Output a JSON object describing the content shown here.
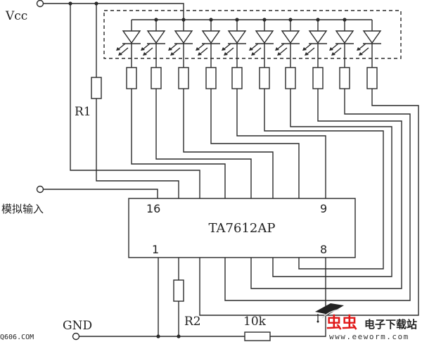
{
  "diagram": {
    "title": "TA7612AP LED level meter circuit",
    "ic": {
      "part_number": "TA7612AP",
      "pin_top_left": "16",
      "pin_top_right": "9",
      "pin_bottom_left": "1",
      "pin_bottom_right": "8"
    },
    "labels": {
      "vcc": "Vcc",
      "gnd": "GND",
      "analog_input": "模拟输入",
      "r1": "R1",
      "r2": "R2",
      "r_feedback": "10k"
    },
    "led_count": 10,
    "colors": {
      "line": "#2a2a2a",
      "background": "#ffffff",
      "watermark_red": "#e01818"
    }
  },
  "watermarks": {
    "left": "Q606.COM",
    "site_name": "电子下载站",
    "site_glyph": "虫虫",
    "url": "www.eeworm.com"
  }
}
